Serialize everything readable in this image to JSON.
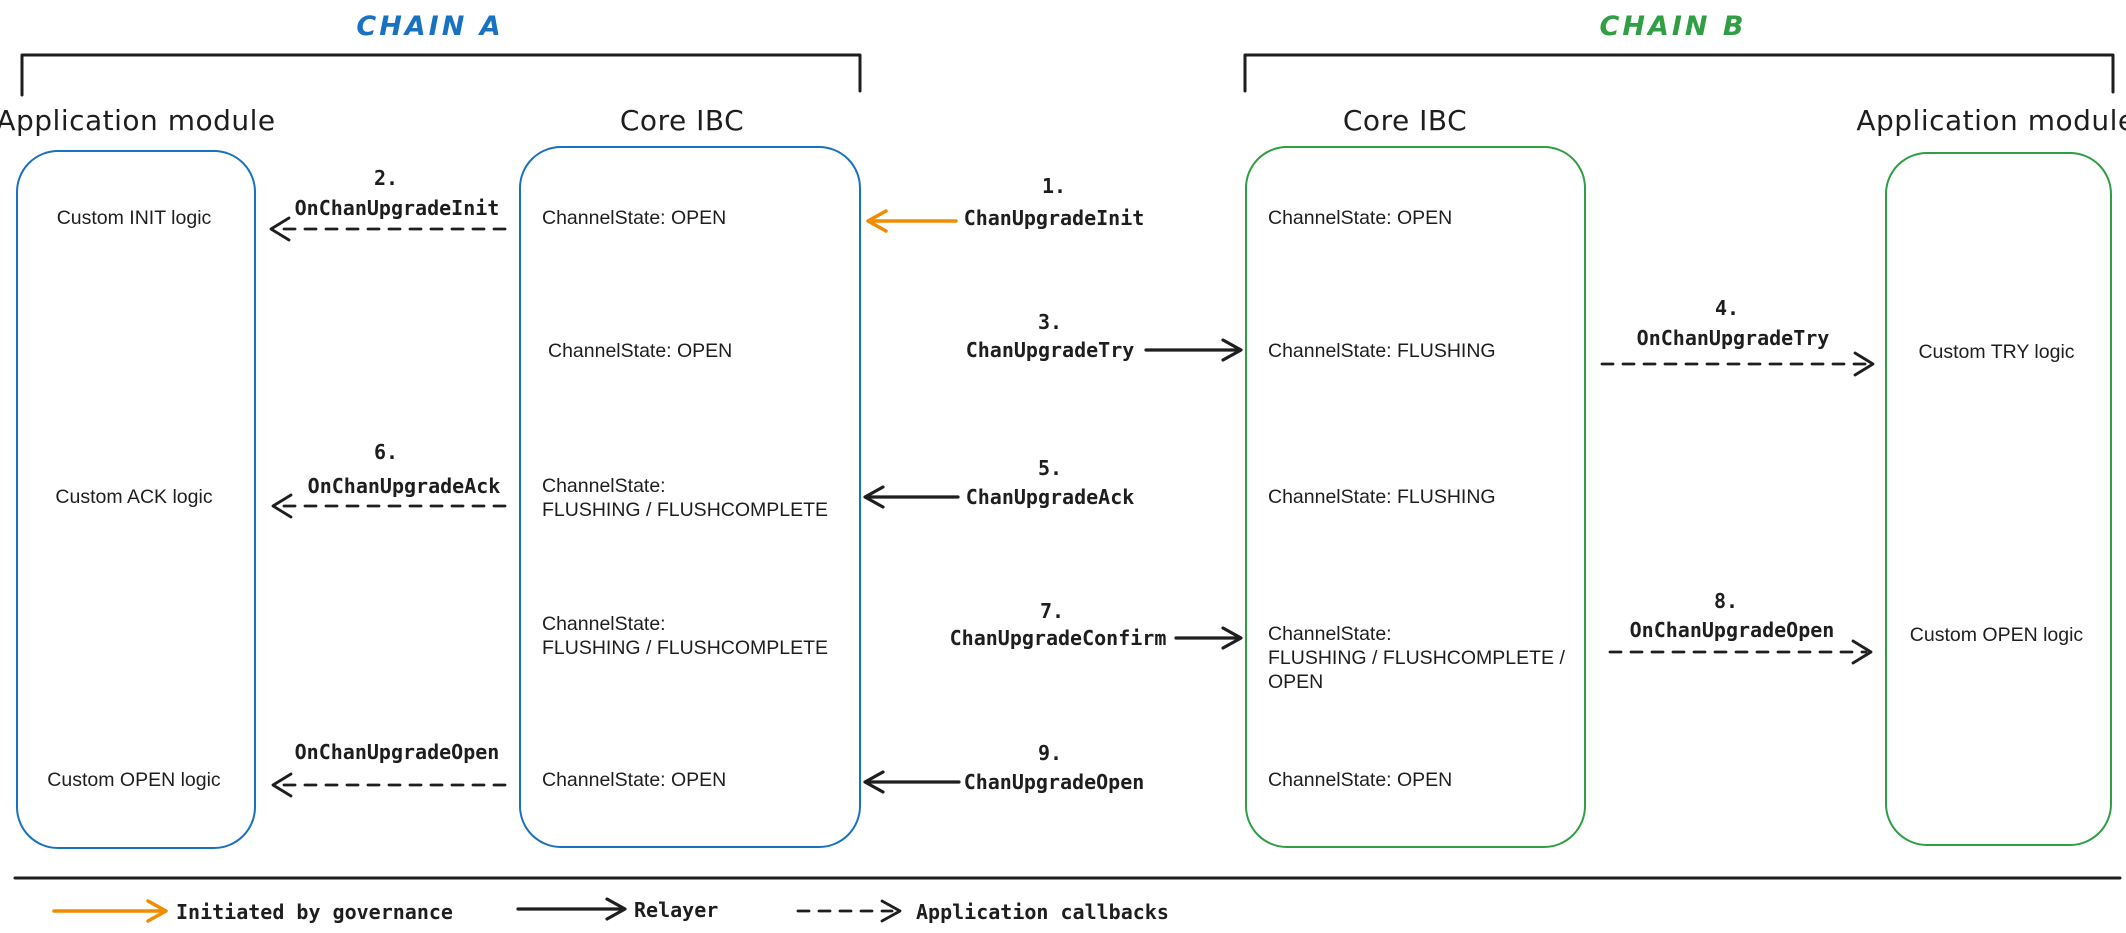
{
  "chain_a": {
    "label": "CHAIN A"
  },
  "chain_b": {
    "label": "CHAIN B"
  },
  "columns": {
    "app_a": {
      "header": "Application module",
      "rows": [
        "Custom INIT logic",
        "Custom ACK logic",
        "Custom OPEN logic"
      ]
    },
    "core_a": {
      "header": "Core IBC",
      "rows": [
        "ChannelState: OPEN",
        "ChannelState: OPEN",
        "ChannelState:\nFLUSHING / FLUSHCOMPLETE",
        "ChannelState:\nFLUSHING / FLUSHCOMPLETE",
        "ChannelState: OPEN"
      ]
    },
    "core_b": {
      "header": "Core IBC",
      "rows": [
        "ChannelState: OPEN",
        "ChannelState: FLUSHING",
        "ChannelState: FLUSHING",
        "ChannelState:\nFLUSHING / FLUSHCOMPLETE /\nOPEN",
        "ChannelState: OPEN"
      ]
    },
    "app_b": {
      "header": "Application module",
      "rows": [
        "Custom TRY logic",
        "Custom OPEN logic"
      ]
    }
  },
  "messages": {
    "m1": {
      "num": "1.",
      "label": "ChanUpgradeInit"
    },
    "m2": {
      "num": "2.",
      "label": "OnChanUpgradeInit"
    },
    "m3": {
      "num": "3.",
      "label": "ChanUpgradeTry"
    },
    "m4": {
      "num": "4.",
      "label": "OnChanUpgradeTry"
    },
    "m5": {
      "num": "5.",
      "label": "ChanUpgradeAck"
    },
    "m6": {
      "num": "6.",
      "label": "OnChanUpgradeAck"
    },
    "m7": {
      "num": "7.",
      "label": "ChanUpgradeConfirm"
    },
    "m8": {
      "num": "8.",
      "label": "OnChanUpgradeOpen"
    },
    "m9": {
      "num": "9.",
      "label": "ChanUpgradeOpen"
    },
    "m10": {
      "num": "",
      "label": "OnChanUpgradeOpen"
    }
  },
  "legend": {
    "governance": "Initiated by governance",
    "relayer": "Relayer",
    "callbacks": "Application callbacks"
  },
  "colors": {
    "chain_a_blue": "#1971c2",
    "chain_b_green": "#2f9e44",
    "governance_orange": "#f08c00",
    "ink": "#1e1e1e"
  }
}
